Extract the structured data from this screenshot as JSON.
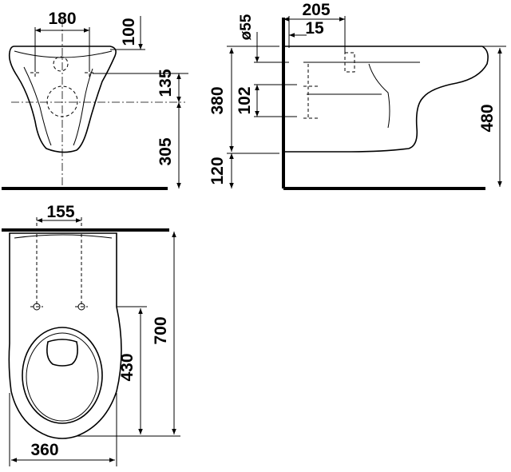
{
  "dimensions": {
    "front_width": "180",
    "front_top": "100",
    "front_mid": "135",
    "front_low": "305",
    "side_depth": "205",
    "side_offset": "15",
    "side_diameter": "ø55",
    "side_spacing": "102",
    "side_height": "380",
    "side_floor": "120",
    "side_total": "480",
    "top_spacing": "155",
    "top_length": "700",
    "top_mid": "430",
    "top_width": "360"
  }
}
